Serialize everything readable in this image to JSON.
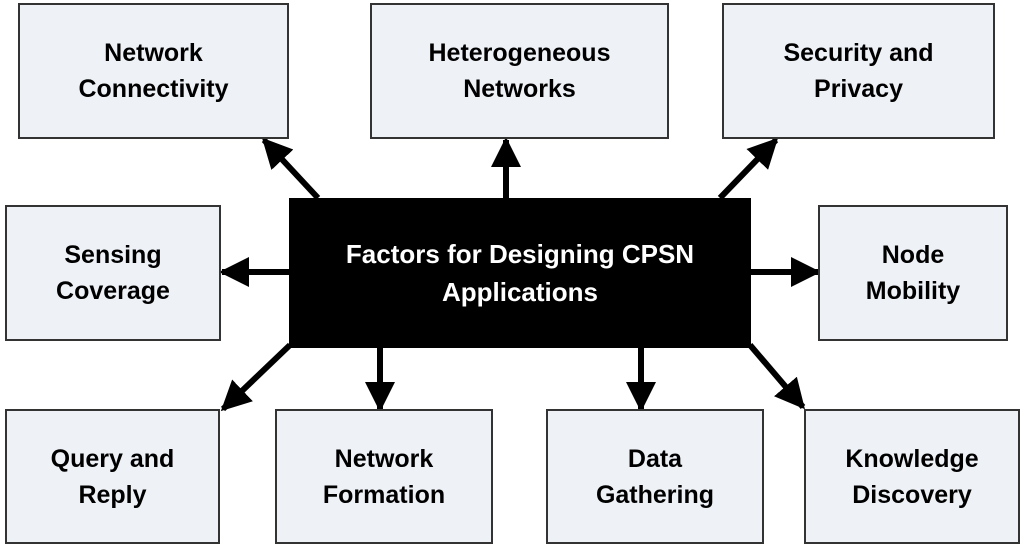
{
  "colors": {
    "box_fill": "#eef2f7",
    "box_border": "#333333",
    "center_fill": "#000000",
    "center_text": "#ffffff",
    "arrow": "#000000"
  },
  "center": {
    "label": "Factors for Designing CPSN\nApplications"
  },
  "factors": {
    "network_connectivity": "Network\nConnectivity",
    "heterogeneous_networks": "Heterogeneous\nNetworks",
    "security_privacy": "Security and\nPrivacy",
    "sensing_coverage": "Sensing\nCoverage",
    "node_mobility": "Node\nMobility",
    "query_reply": "Query and\nReply",
    "network_formation": "Network\nFormation",
    "data_gathering": "Data\nGathering",
    "knowledge_discovery": "Knowledge\nDiscovery"
  }
}
